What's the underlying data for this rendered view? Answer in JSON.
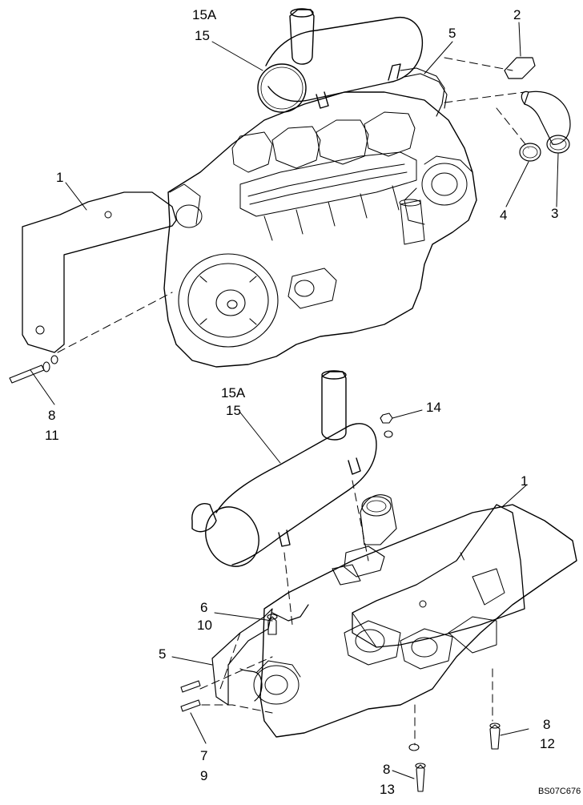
{
  "callouts": {
    "c15a_top": "15A",
    "c15_top": "15",
    "c5_top": "5",
    "c2": "2",
    "c3": "3",
    "c4": "4",
    "c1_top": "1",
    "c8_left": "8",
    "c11": "11",
    "c15a_bottom": "15A",
    "c15_bottom": "15",
    "c14": "14",
    "c1_bottom": "1",
    "c6": "6",
    "c10": "10",
    "c5_bottom": "5",
    "c7": "7",
    "c9": "9",
    "c8_bottom": "8",
    "c13": "13",
    "c8_right": "8",
    "c12": "12"
  },
  "reference_code": "BS07C676",
  "colors": {
    "line": "#000000",
    "background": "#ffffff"
  }
}
